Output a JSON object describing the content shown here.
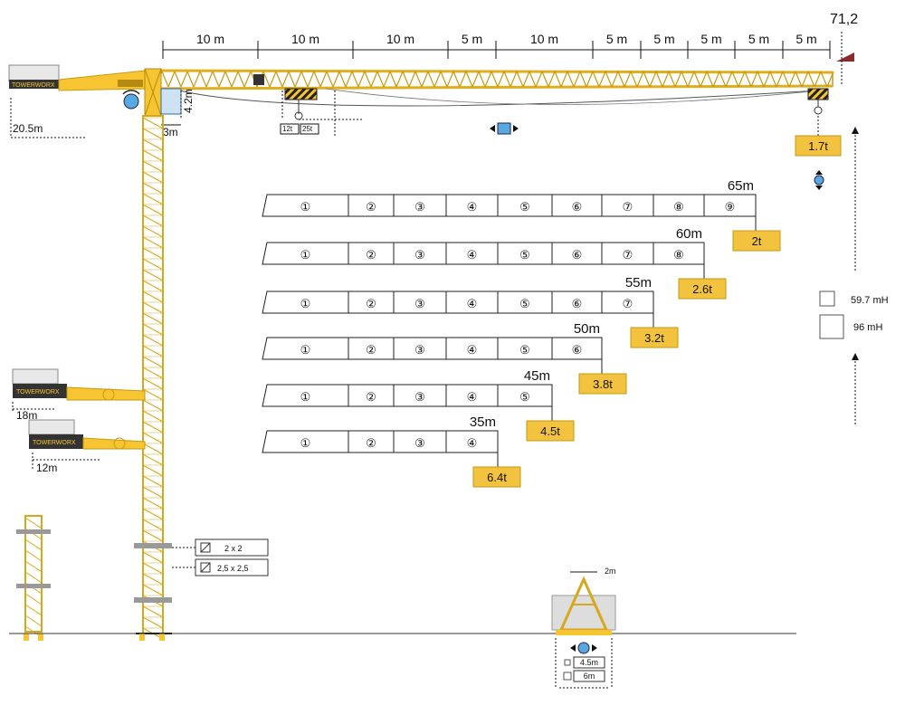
{
  "top_dimensions": [
    "10 m",
    "10 m",
    "10 m",
    "5 m",
    "10 m",
    "5 m",
    "5 m",
    "5 m",
    "5 m",
    "5 m"
  ],
  "max_height_label": "71,2",
  "counterjib_lengths": [
    "20.5m",
    "18m",
    "12m"
  ],
  "brand": "TOWERWORX",
  "cab_dims": {
    "height": "4.2m",
    "width": "3m"
  },
  "trolley_loads": [
    "12t",
    "25t"
  ],
  "tip_load": "1.7t",
  "jib_configs": [
    {
      "length": "65m",
      "segments": [
        "①",
        "②",
        "③",
        "④",
        "⑤",
        "⑥",
        "⑦",
        "⑧",
        "⑨"
      ],
      "load": "2t"
    },
    {
      "length": "60m",
      "segments": [
        "①",
        "②",
        "③",
        "④",
        "⑤",
        "⑥",
        "⑦",
        "⑧"
      ],
      "load": "2.6t"
    },
    {
      "length": "55m",
      "segments": [
        "①",
        "②",
        "③",
        "④",
        "⑤",
        "⑥",
        "⑦"
      ],
      "load": "3.2t"
    },
    {
      "length": "50m",
      "segments": [
        "①",
        "②",
        "③",
        "④",
        "⑤",
        "⑥"
      ],
      "load": "3.8t"
    },
    {
      "length": "45m",
      "segments": [
        "①",
        "②",
        "③",
        "④",
        "⑤"
      ],
      "load": "4.5t"
    },
    {
      "length": "35m",
      "segments": [
        "①",
        "②",
        "③",
        "④"
      ],
      "load": "6.4t"
    }
  ],
  "heights": [
    {
      "label": "59.7 mH"
    },
    {
      "label": "96 mH"
    }
  ],
  "mast_sections": [
    {
      "label": "2 x 2"
    },
    {
      "label": "2,5 x 2,5"
    }
  ],
  "base": {
    "width": "2m",
    "options": [
      "4.5m",
      "6m"
    ]
  },
  "colors": {
    "crane": "#F6C531",
    "crane_dark": "#B48A10",
    "load_box": "#F3C33F",
    "accent": "#8B2A2A",
    "blue": "#58A9E0"
  }
}
